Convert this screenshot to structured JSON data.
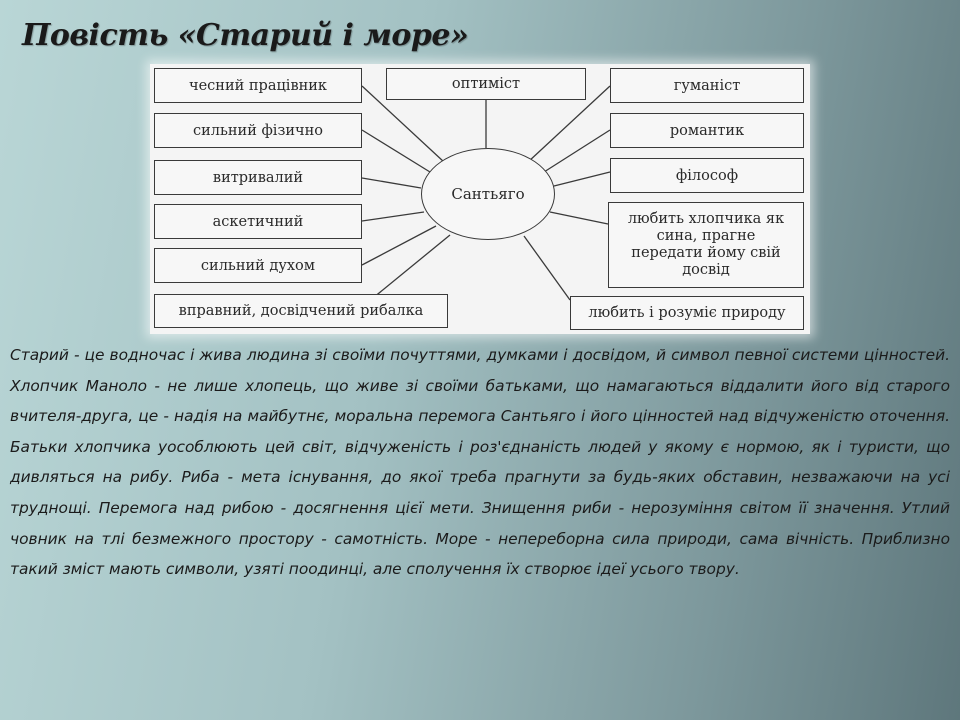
{
  "slide": {
    "title": "Повість «Старий  і море»"
  },
  "diagram": {
    "center": "Сантьяго",
    "left_nodes": [
      "чесний працівник",
      "сильний фізично",
      "витривалий",
      "аскетичний",
      "сильний духом",
      "вправний, досвідчений рибалка"
    ],
    "top_node": "оптиміст",
    "right_nodes": [
      "гуманіст",
      "романтик",
      "філософ",
      "любить хлопчика як сина, прагне передати йому свій досвід",
      "любить і розуміє природу"
    ]
  },
  "body": {
    "paragraph": "Старий - це водночас і жива людина зі своїми почуттями, думками і досвідом, й символ певної системи цінностей. Хлопчик Маноло - не лише хлопець, що живе зі своїми батьками, що намагаються віддалити його від старого вчителя-друга, це - надія на майбутнє, моральна перемога Сантьяго і його цінностей над відчуженістю оточення. Батьки хлопчика уособлюють цей світ, відчуженість і роз'єднаність людей у якому є нормою, як і туристи, що дивляться на рибу. Риба - мета існування, до якої треба прагнути за будь-яких обставин, незважаючи на усі труднощі. Перемога над рибою - досягнення цієї мети. Знищення риби - нерозуміння світом її значення. Утлий човник на тлі безмежного простору - самотність. Море - непереборна сила природи, сама вічність. Приблизно такий зміст мають символи, узяті поодинці, але сполучення їх створює ідеї усього твору."
  }
}
